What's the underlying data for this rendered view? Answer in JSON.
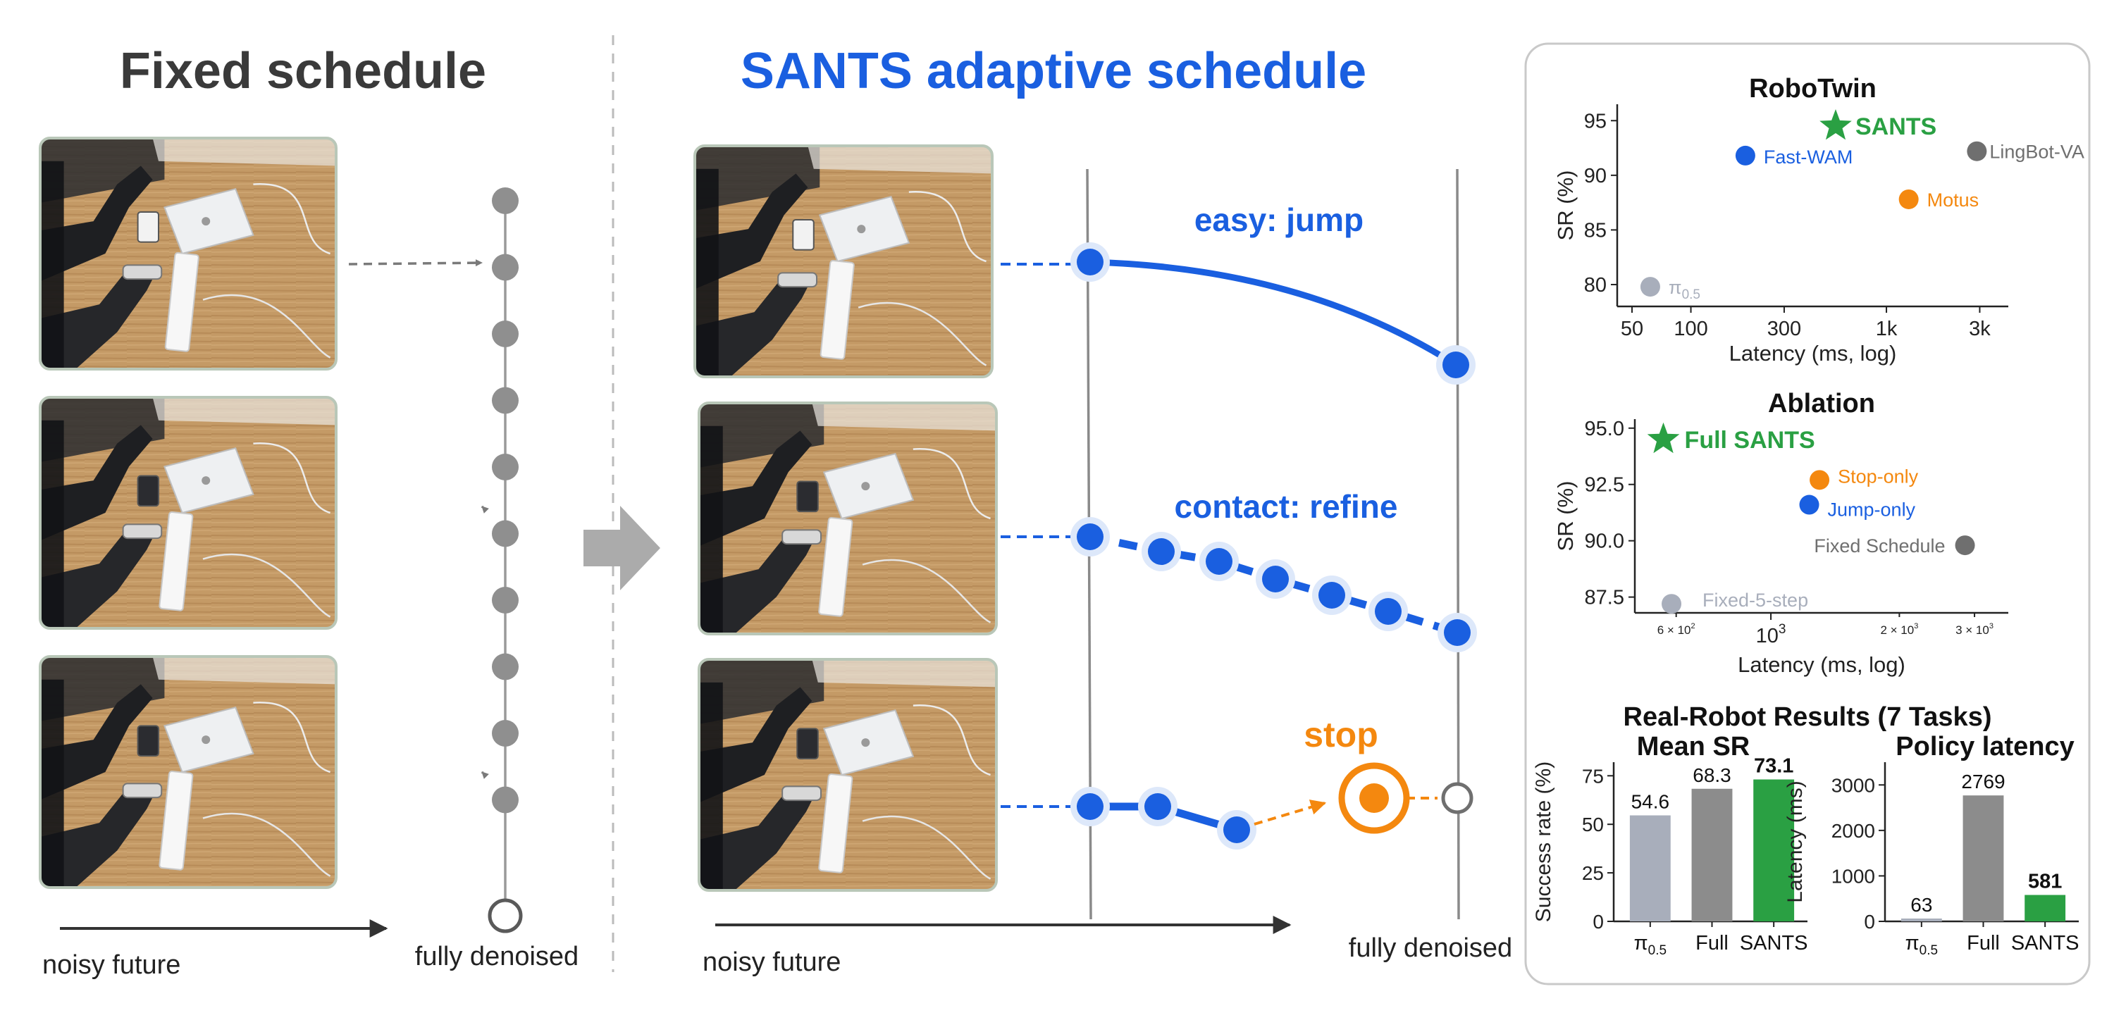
{
  "left_panel": {
    "title": "Fixed schedule",
    "x_label_noisy": "noisy future",
    "x_label_denoised": "fully denoised"
  },
  "middle_panel": {
    "title": "SANTS adaptive schedule",
    "row_labels": [
      "easy: jump",
      "contact: refine",
      "stop"
    ],
    "x_label_noisy": "noisy future",
    "x_label_denoised": "fully denoised"
  },
  "colors": {
    "blue": "#1a5fe0",
    "orange": "#f4880f",
    "green": "#2aa043",
    "gray": "#6f6f6f",
    "light_gray": "#a8aebb",
    "panel_border": "#c9c9c9"
  },
  "chart_data": [
    {
      "type": "scatter",
      "title": "RoboTwin",
      "xlabel": "Latency (ms, log)",
      "ylabel": "SR (%)",
      "x_scale": "log",
      "xlim": [
        42,
        4200
      ],
      "ylim": [
        78,
        96.5
      ],
      "x_ticks": [
        50,
        100,
        300,
        1000,
        3000
      ],
      "x_tick_labels": [
        "50",
        "100",
        "300",
        "1k",
        "3k"
      ],
      "y_ticks": [
        80,
        85,
        90,
        95
      ],
      "points": [
        {
          "label": "SANTS",
          "x": 550,
          "y": 94.5,
          "marker": "star",
          "color": "#2aa043"
        },
        {
          "label": "Fast-WAM",
          "x": 190,
          "y": 91.8,
          "marker": "circle",
          "color": "#1a5fe0"
        },
        {
          "label": "LingBot-VA",
          "x": 2900,
          "y": 92.2,
          "marker": "circle",
          "color": "#6f6f6f"
        },
        {
          "label": "Motus",
          "x": 1300,
          "y": 87.8,
          "marker": "circle",
          "color": "#f4880f"
        },
        {
          "label": "π",
          "label_sub": "0.5",
          "x": 62,
          "y": 79.8,
          "marker": "circle",
          "color": "#a8aebb"
        }
      ]
    },
    {
      "type": "scatter",
      "title": "Ablation",
      "xlabel": "Latency (ms, log)",
      "ylabel": "SR (%)",
      "x_scale": "log",
      "xlim": [
        480,
        3600
      ],
      "ylim": [
        86.8,
        95.4
      ],
      "x_ticks": [
        600,
        1000,
        2000,
        3000
      ],
      "x_tick_labels": [
        {
          "base": "6 × 10",
          "exp": "2"
        },
        {
          "base": "10",
          "exp": "3"
        },
        {
          "base": "2 × 10",
          "exp": "3"
        },
        {
          "base": "3 × 10",
          "exp": "3"
        }
      ],
      "y_ticks": [
        87.5,
        90.0,
        92.5,
        95.0
      ],
      "y_tick_labels": [
        "87.5",
        "90.0",
        "92.5",
        "95.0"
      ],
      "points": [
        {
          "label": "Full SANTS",
          "x": 560,
          "y": 94.5,
          "marker": "star",
          "color": "#2aa043"
        },
        {
          "label": "Stop-only",
          "x": 1300,
          "y": 92.7,
          "marker": "circle",
          "color": "#f4880f"
        },
        {
          "label": "Jump-only",
          "x": 1230,
          "y": 91.6,
          "marker": "circle",
          "color": "#1a5fe0"
        },
        {
          "label": "Fixed Schedule",
          "x": 2850,
          "y": 89.8,
          "marker": "circle",
          "color": "#6f6f6f"
        },
        {
          "label": "Fixed-5-step",
          "x": 585,
          "y": 87.2,
          "marker": "circle",
          "color": "#a8aebb"
        }
      ]
    },
    {
      "type": "bar",
      "suptitle": "Real-Robot Results (7 Tasks)",
      "title": "Mean SR",
      "ylabel": "Success rate (%)",
      "ylim": [
        0,
        82
      ],
      "y_ticks": [
        0,
        25,
        50,
        75
      ],
      "categories": [
        {
          "main": "π",
          "sub": "0.5"
        },
        {
          "main": "Full"
        },
        {
          "main": "SANTS"
        }
      ],
      "values": [
        54.6,
        68.3,
        73.1
      ],
      "value_labels": [
        "54.6",
        "68.3",
        "73.1"
      ],
      "bar_colors": [
        "#a8aebb",
        "#8c8c8c",
        "#2aa043"
      ],
      "highlight_index": 2
    },
    {
      "type": "bar",
      "title": "Policy latency",
      "ylabel": "Latency (ms)",
      "ylim": [
        0,
        3500
      ],
      "y_ticks": [
        0,
        1000,
        2000,
        3000
      ],
      "categories": [
        {
          "main": "π",
          "sub": "0.5"
        },
        {
          "main": "Full"
        },
        {
          "main": "SANTS"
        }
      ],
      "values": [
        63,
        2769,
        581
      ],
      "value_labels": [
        "63",
        "2769",
        "581"
      ],
      "bar_colors": [
        "#a8aebb",
        "#8c8c8c",
        "#2aa043"
      ],
      "highlight_index": 2
    }
  ]
}
